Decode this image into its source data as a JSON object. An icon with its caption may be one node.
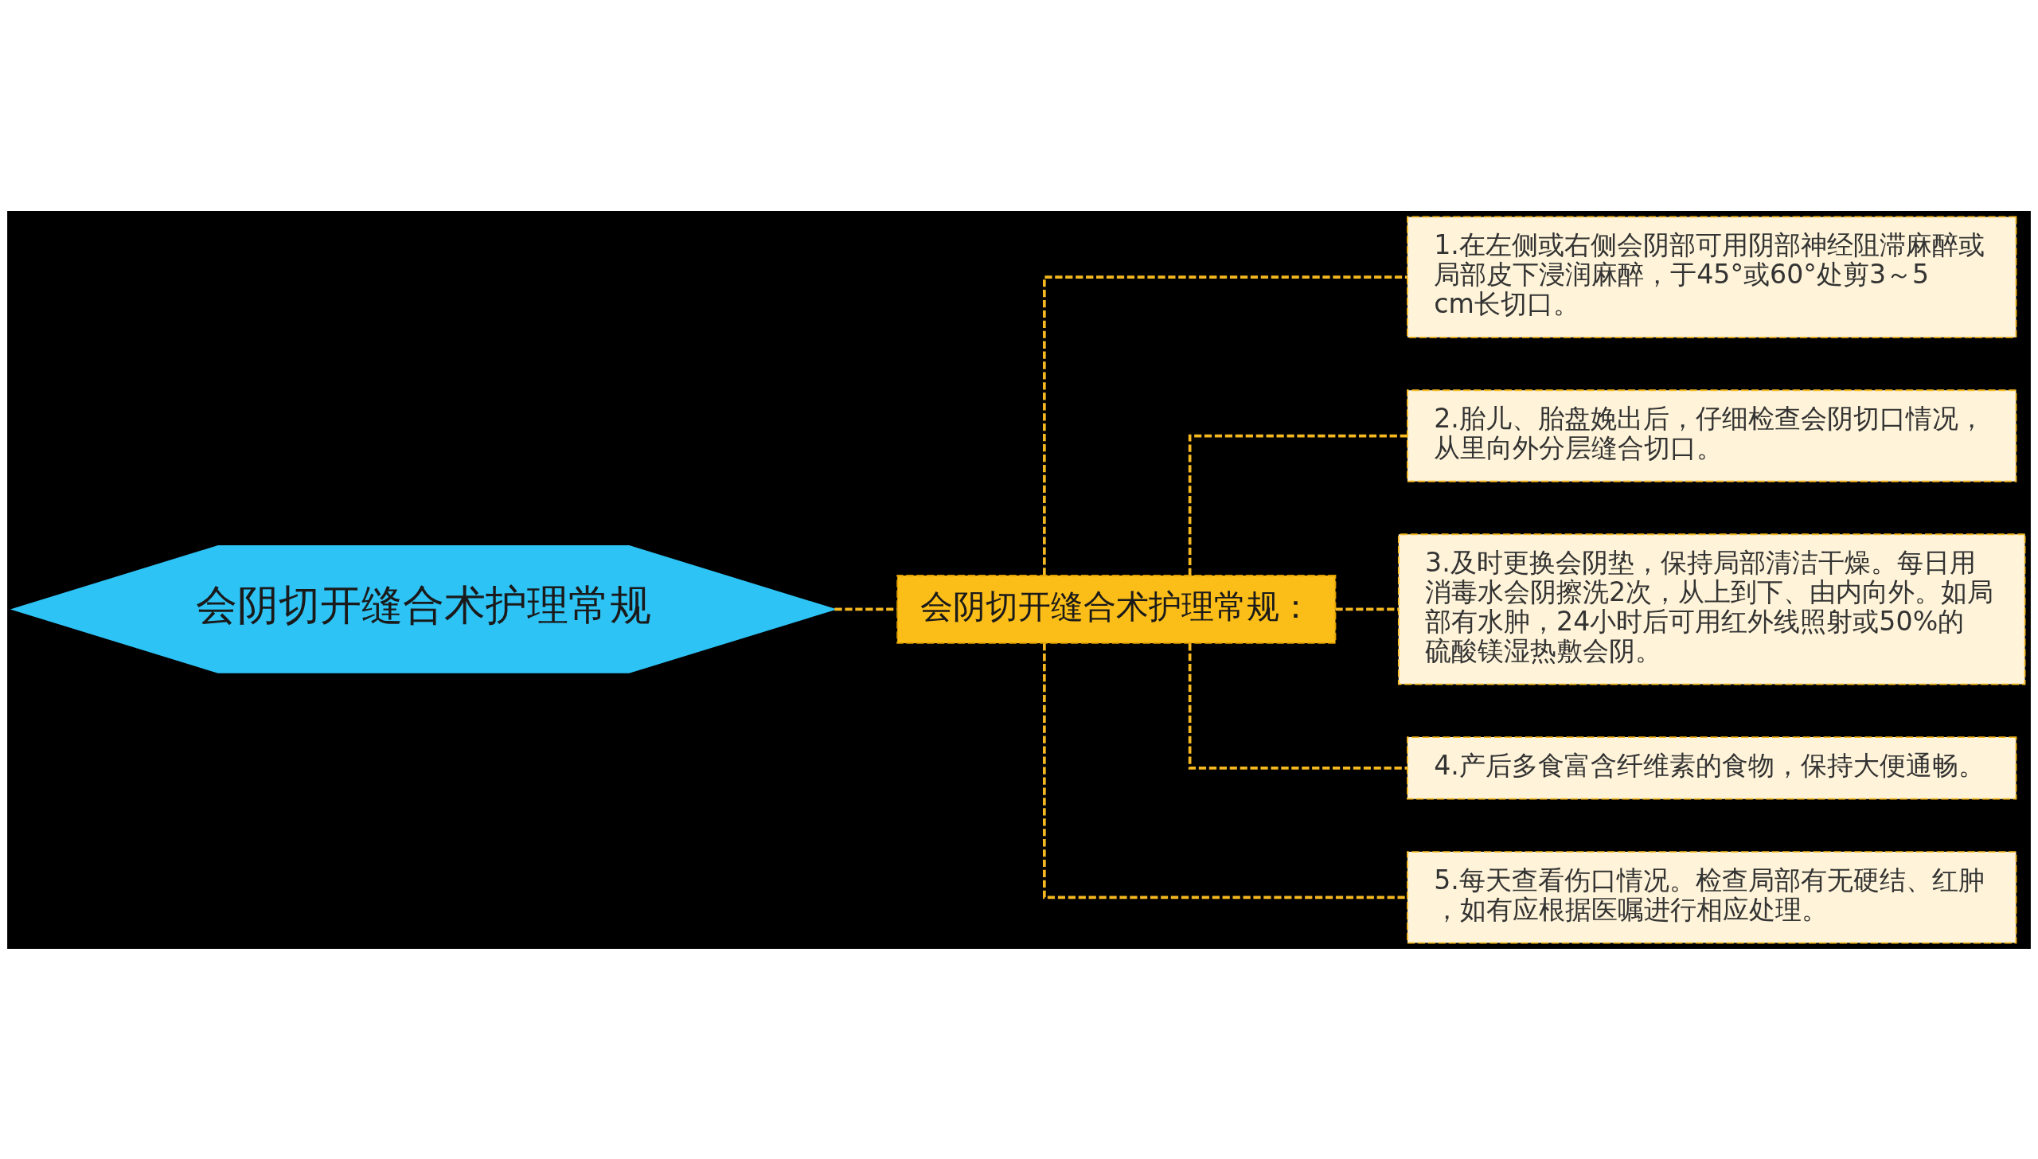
{
  "diagram": {
    "nodes": [
      {
        "text": [
          "会阴切开缝合术护理常规"
        ]
      },
      {
        "text": [
          "会阴切开缝合术护理常规："
        ]
      },
      {
        "text": [
          "1.在左侧或右侧会阴部可用阴部神经阻滞麻醉或局部皮下浸润麻醉，于45°或60°处剪3～5cm长切口。"
        ]
      },
      {
        "text": [
          "2.胎儿、胎盘娩出后，仔细检查会阴切口情况，从里向外分层缝合切口。"
        ]
      },
      {
        "text": [
          "3.及时更换会阴垫，保持局部清洁干燥。每日用消毒水会阴擦洗2次，从上到下、由内向外。如局部有水肿，24小时后可用红外线照射或50%的硫酸镁湿热敷会阴。"
        ]
      },
      {
        "text": [
          "4.产后多食富含纤维素的食物，保持大便通畅。"
        ]
      },
      {
        "text": [
          "5.每天查看伤口情况。检查局部有无硬结、红肿，如有应根据医嘱进行相应处理。"
        ]
      }
    ],
    "edges": [
      {
        "from": 0,
        "to": 1,
        "arrow": "none",
        "style": "dashed"
      },
      {
        "from": 1,
        "to": 2,
        "arrow": "none",
        "style": "dashed"
      },
      {
        "from": 1,
        "to": 3,
        "arrow": "none",
        "style": "dashed"
      },
      {
        "from": 1,
        "to": 4,
        "arrow": "none",
        "style": "dashed"
      },
      {
        "from": 1,
        "to": 5,
        "arrow": "none",
        "style": "dashed"
      },
      {
        "from": 1,
        "to": 6,
        "arrow": "none",
        "style": "dashed"
      }
    ]
  }
}
